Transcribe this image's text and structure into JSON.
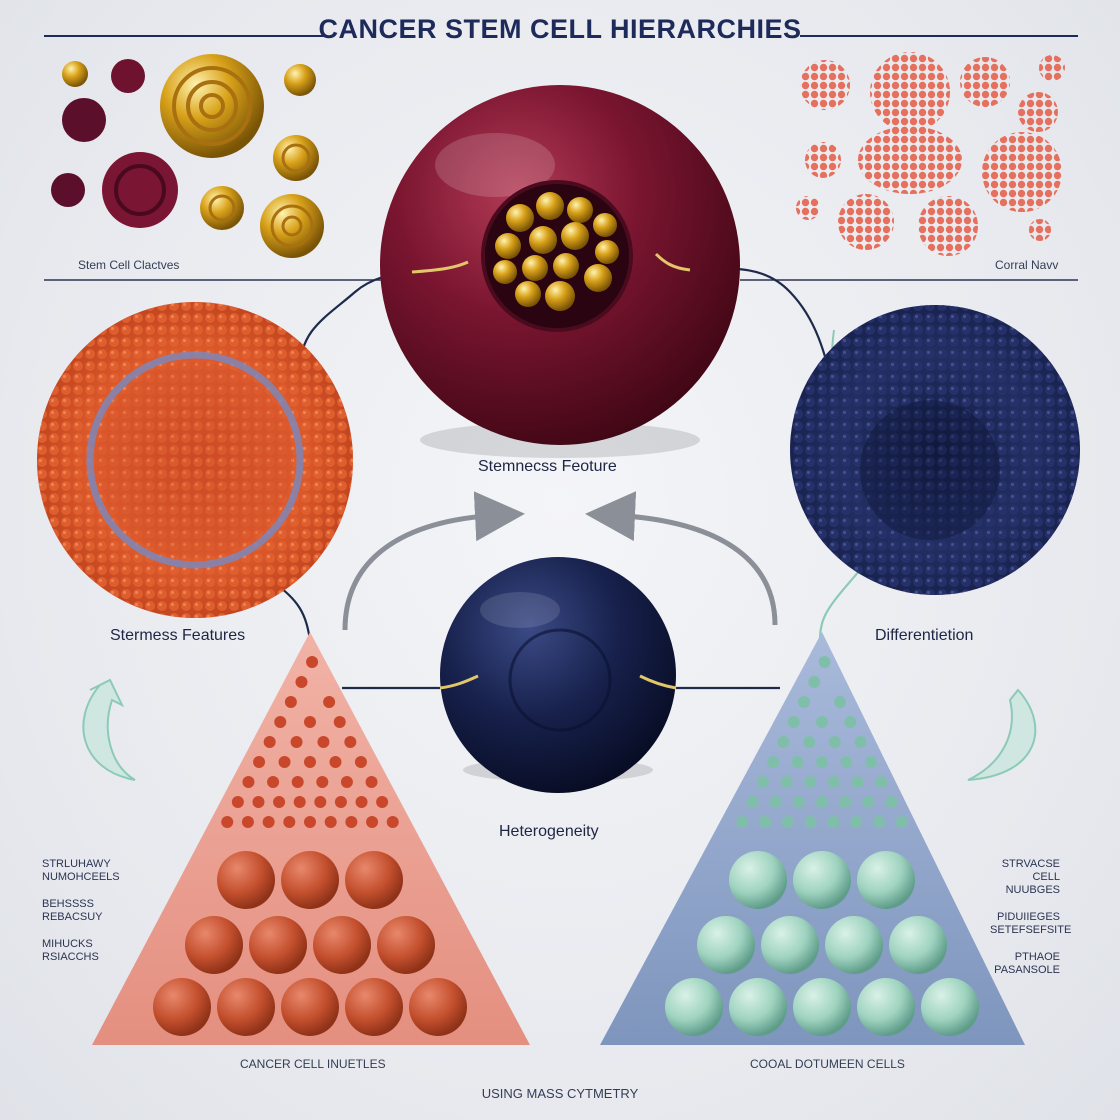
{
  "header": {
    "title": "CANCER STEM CELL HIERARCHIES"
  },
  "panels": {
    "top_left_caption": "Stem Cell Clactves",
    "top_right_caption": "Corral Navv"
  },
  "labels": {
    "center_stemness": "Stemnecss Feoture",
    "left_stemness": "Stermess Features",
    "right_differentiation": "Differentietion",
    "center_heterogeneity": "Heterogeneity"
  },
  "left_notes": {
    "group1": [
      "STRLUHAWY",
      "NUMOHCEELS"
    ],
    "group2": [
      "BEHSSSS",
      "REBACSUY"
    ],
    "group3": [
      "MIHUCKS",
      "RSIACCHS"
    ]
  },
  "right_notes": {
    "group1": [
      "STRVACSE CELL",
      "NUUBGES"
    ],
    "group2": [
      "PIDUIIEGES",
      "SETEFSEFSITE"
    ],
    "group3": [
      "PTHAOE",
      "PASANSOLE"
    ]
  },
  "pyramids": {
    "left_caption": "CANCER CELL INUETLES",
    "right_caption": "COOAL DOTUMEEN CELLS"
  },
  "footer": {
    "caption": "USING MASS CYTMETRY"
  },
  "colors": {
    "title": "#1e2a5a",
    "burgundy": "#7a1530",
    "navy": "#16204a",
    "gold": "#d9a21a",
    "orange": "#d9532a",
    "salmon": "#e58472",
    "mint": "#9fd3c0",
    "slate_blue": "#8da2c4"
  }
}
